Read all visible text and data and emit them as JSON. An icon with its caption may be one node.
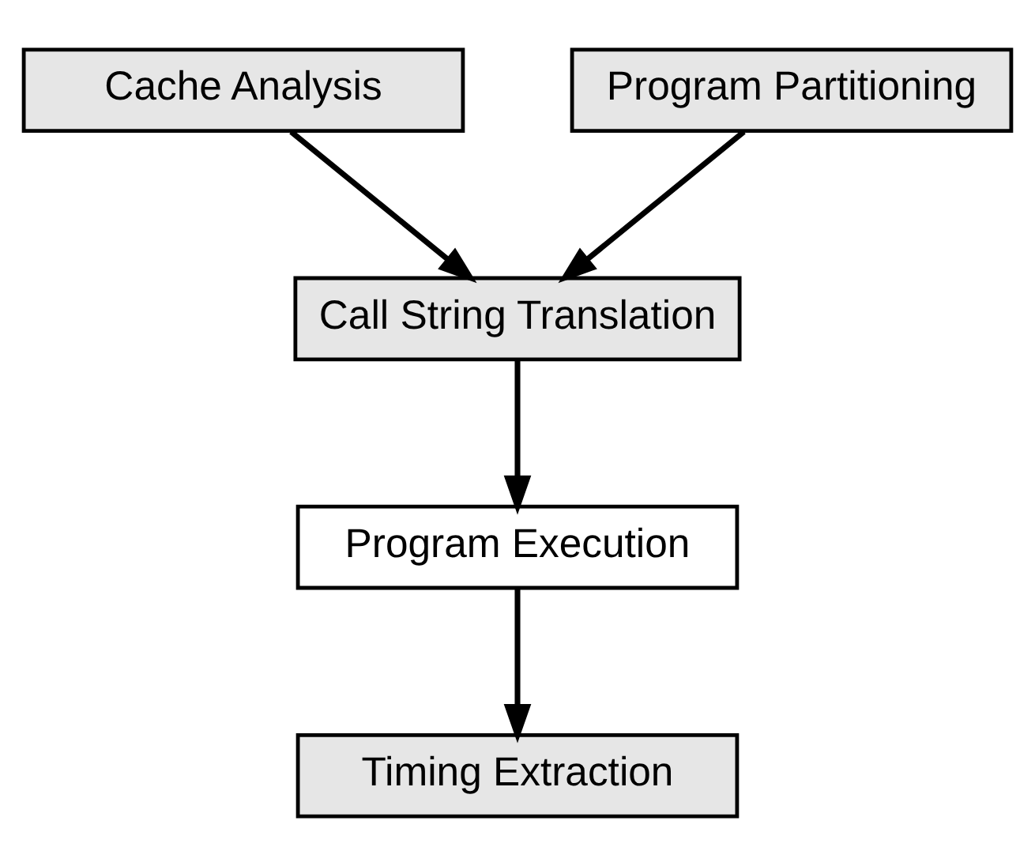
{
  "diagram": {
    "nodes": [
      {
        "text": [
          "Cache Analysis"
        ]
      },
      {
        "text": [
          "Program Partitioning"
        ]
      },
      {
        "text": [
          "Call String Translation"
        ]
      },
      {
        "text": [
          "Program Execution"
        ]
      },
      {
        "text": [
          "Timing Extraction"
        ]
      }
    ],
    "edges": [
      {
        "from": 0,
        "to": 2,
        "arrow": "to"
      },
      {
        "from": 1,
        "to": 2,
        "arrow": "to"
      },
      {
        "from": 2,
        "to": 3,
        "arrow": "to"
      },
      {
        "from": 3,
        "to": 4,
        "arrow": "to"
      }
    ]
  }
}
